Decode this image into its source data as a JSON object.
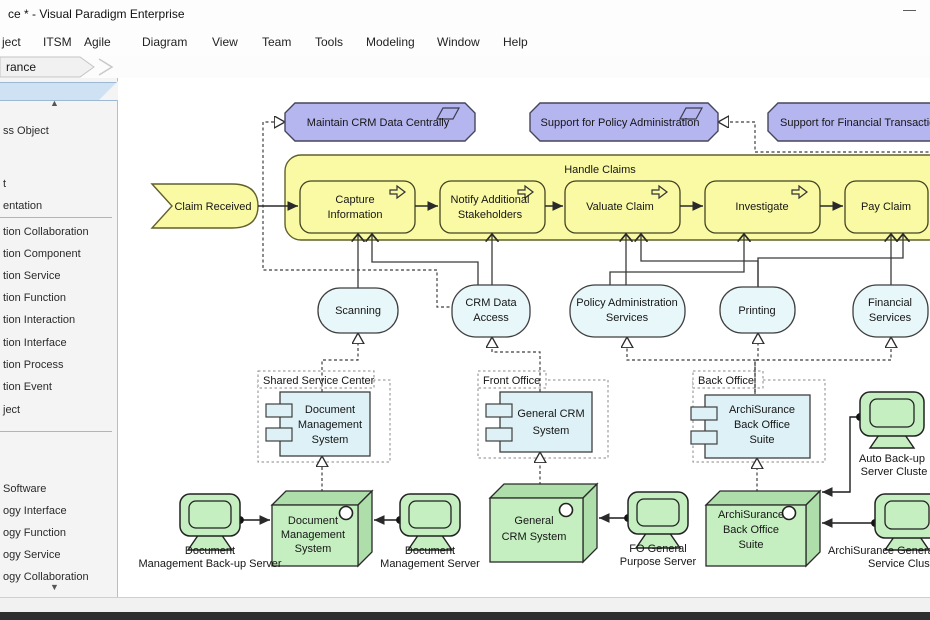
{
  "window": {
    "title": "ce * - Visual Paradigm Enterprise",
    "minimize_glyph": "—"
  },
  "menu": {
    "items": [
      "ject",
      "ITSM",
      "Agile",
      "Diagram",
      "View",
      "Team",
      "Tools",
      "Modeling",
      "Window",
      "Help"
    ]
  },
  "breadcrumb": {
    "current": "rance"
  },
  "palette": {
    "scroll_up_icon": "▲",
    "scroll_down_icon": "▼",
    "items": [
      "ss Object",
      "t",
      "entation",
      "tion Collaboration",
      "tion Component",
      "tion Service",
      "tion Function",
      "tion Interaction",
      "tion Interface",
      "tion Process",
      "tion Event",
      "ject",
      "Software",
      "ogy Interface",
      "ogy Function",
      "ogy Service",
      "ogy Collaboration"
    ]
  },
  "colors": {
    "requirement_fill": "#b5b5f0",
    "process_yellow": "#fafaa5",
    "service_cyan": "#e8f7fa",
    "component_cyan": "#ddf1f6",
    "node_green": "#c5efc0",
    "node_green_side": "#aede a9",
    "group_dash_gray": "#8a8a8a",
    "edge_stroke": "#3f3f3f",
    "palette_header_blue": "#cfe2f4"
  },
  "diagram": {
    "requirements": [
      {
        "label": "Maintain CRM Data Centrally"
      },
      {
        "label": "Support for Policy Administration"
      },
      {
        "label": "Support for Financial Transactio"
      }
    ],
    "event_label": "Claim Received",
    "process_container": "Handle Claims",
    "processes": [
      {
        "l1": "Capture",
        "l2": "Information"
      },
      {
        "l1": "Notify Additional",
        "l2": "Stakeholders"
      },
      {
        "l1": "Valuate Claim"
      },
      {
        "l1": "Investigate"
      },
      {
        "l1": "Pay Claim"
      }
    ],
    "services": [
      {
        "l1": "Scanning"
      },
      {
        "l1": "CRM Data",
        "l2": "Access"
      },
      {
        "l1": "Policy Administration",
        "l2": "Services"
      },
      {
        "l1": "Printing"
      },
      {
        "l1": "Financial",
        "l2": "Services"
      }
    ],
    "zones": [
      {
        "label": "Shared Service Center"
      },
      {
        "label": "Front Office"
      },
      {
        "label": "Back Office"
      }
    ],
    "components": [
      {
        "l1": "Document",
        "l2": "Management",
        "l3": "System"
      },
      {
        "l1": "General CRM",
        "l2": "System"
      },
      {
        "l1": "ArchiSurance",
        "l2": "Back Office",
        "l3": "Suite"
      }
    ],
    "nodes": [
      {
        "l1": "Document",
        "l2": "Management",
        "l3": "System"
      },
      {
        "l1": "General",
        "l2": "CRM System"
      },
      {
        "l1": "ArchiSurance",
        "l2": "Back Office",
        "l3": "Suite"
      }
    ],
    "devices": [
      {
        "l1": "Document",
        "l2": "Management Back-up Server"
      },
      {
        "l1": "Document",
        "l2": "Management Server"
      },
      {
        "l1": "FO General",
        "l2": "Purpose Server"
      },
      {
        "l1": "Auto Back-up",
        "l2": "Server Cluste"
      },
      {
        "l1": "ArchiSurance General",
        "l2": "Service Cluste"
      }
    ]
  }
}
